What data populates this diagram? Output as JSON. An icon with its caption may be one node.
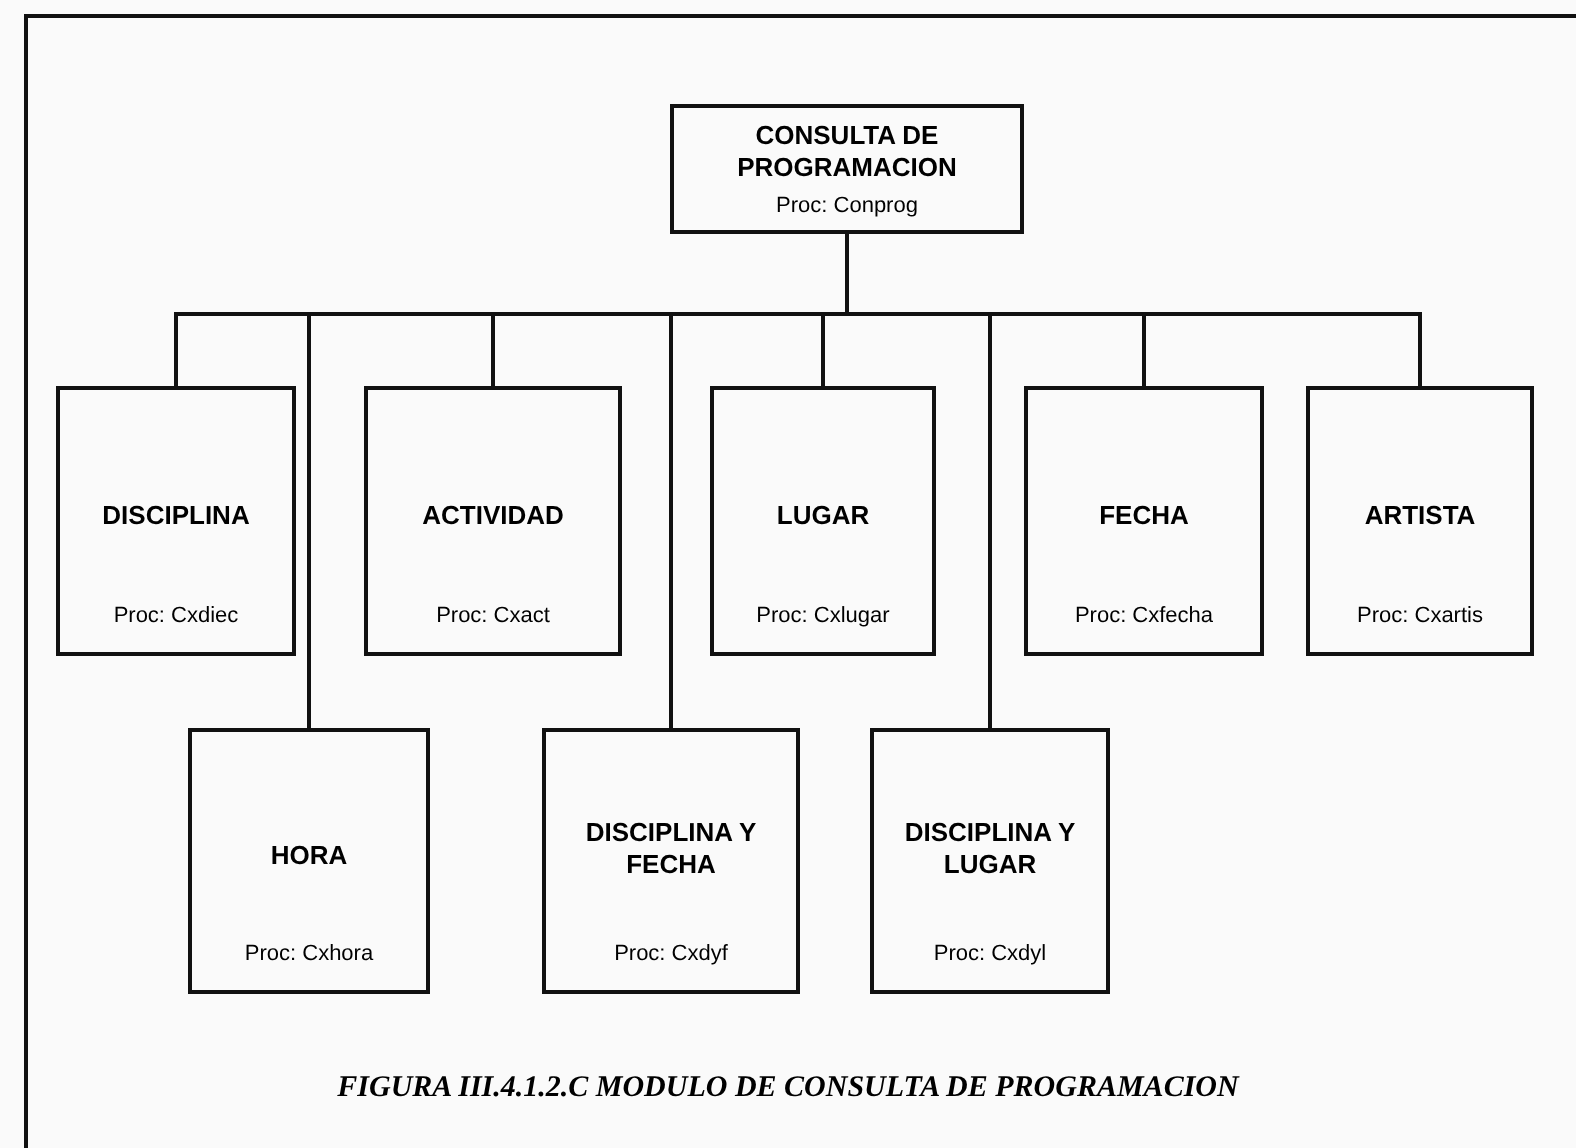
{
  "diagram": {
    "caption": "FIGURA III.4.1.2.C  MODULO DE CONSULTA DE PROGRAMACION",
    "nodes": [
      {
        "text": [
          "CONSULTA DE PROGRAMACION",
          "Proc: Conprog"
        ]
      },
      {
        "text": [
          "DISCIPLINA",
          "Proc: Cxdiec"
        ]
      },
      {
        "text": [
          "HORA",
          "Proc: Cxhora"
        ]
      },
      {
        "text": [
          "ACTIVIDAD",
          "Proc: Cxact"
        ]
      },
      {
        "text": [
          "DISCIPLINA Y FECHA",
          "Proc: Cxdyf"
        ]
      },
      {
        "text": [
          "LUGAR",
          "Proc: Cxlugar"
        ]
      },
      {
        "text": [
          "DISCIPLINA Y LUGAR",
          "Proc: Cxdyl"
        ]
      },
      {
        "text": [
          "FECHA",
          "Proc: Cxfecha"
        ]
      },
      {
        "text": [
          "ARTISTA",
          "Proc: Cxartis"
        ]
      }
    ],
    "edges": [
      {
        "from": 0,
        "to": 1,
        "arrow": "none"
      },
      {
        "from": 0,
        "to": 2,
        "arrow": "none"
      },
      {
        "from": 0,
        "to": 3,
        "arrow": "none"
      },
      {
        "from": 0,
        "to": 4,
        "arrow": "none"
      },
      {
        "from": 0,
        "to": 5,
        "arrow": "none"
      },
      {
        "from": 0,
        "to": 6,
        "arrow": "none"
      },
      {
        "from": 0,
        "to": 7,
        "arrow": "none"
      },
      {
        "from": 0,
        "to": 8,
        "arrow": "none"
      }
    ]
  }
}
